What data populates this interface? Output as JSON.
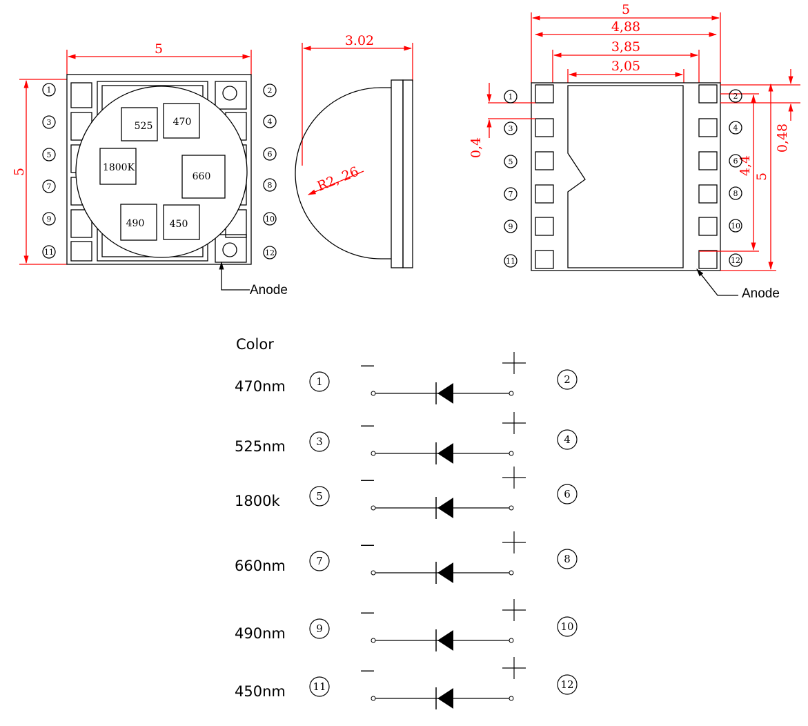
{
  "colors": {
    "dimension": "#ff0000",
    "outline": "#000000"
  },
  "front_view": {
    "width_dim": "5",
    "height_dim": "5",
    "pins_left": [
      "1",
      "3",
      "5",
      "7",
      "9",
      "11"
    ],
    "pins_right": [
      "2",
      "4",
      "6",
      "8",
      "10",
      "12"
    ],
    "chips": [
      "525",
      "470",
      "1800K",
      "660",
      "490",
      "450"
    ],
    "anode_label": "Anode"
  },
  "side_view": {
    "height_dim": "3.02",
    "radius_dim": "R2, 26"
  },
  "back_view": {
    "dims_top": [
      "5",
      "4,88",
      "3,85",
      "3,05"
    ],
    "dim_pin_gap": "0,4",
    "dim_pad": "0,48",
    "dim_inner_height": "4,4",
    "dim_height": "5",
    "pins_left": [
      "1",
      "3",
      "5",
      "7",
      "9",
      "11"
    ],
    "pins_right": [
      "2",
      "4",
      "6",
      "8",
      "10",
      "12"
    ],
    "anode_label": "Anode"
  },
  "schematic": {
    "header": "Color",
    "minus_symbol": "—",
    "rows": [
      {
        "label": "470nm",
        "cathode_pin": "1",
        "anode_pin": "2"
      },
      {
        "label": "525nm",
        "cathode_pin": "3",
        "anode_pin": "4"
      },
      {
        "label": "1800k",
        "cathode_pin": "5",
        "anode_pin": "6"
      },
      {
        "label": "660nm",
        "cathode_pin": "7",
        "anode_pin": "8"
      },
      {
        "label": "490nm",
        "cathode_pin": "9",
        "anode_pin": "10"
      },
      {
        "label": "450nm",
        "cathode_pin": "11",
        "anode_pin": "12"
      }
    ]
  }
}
